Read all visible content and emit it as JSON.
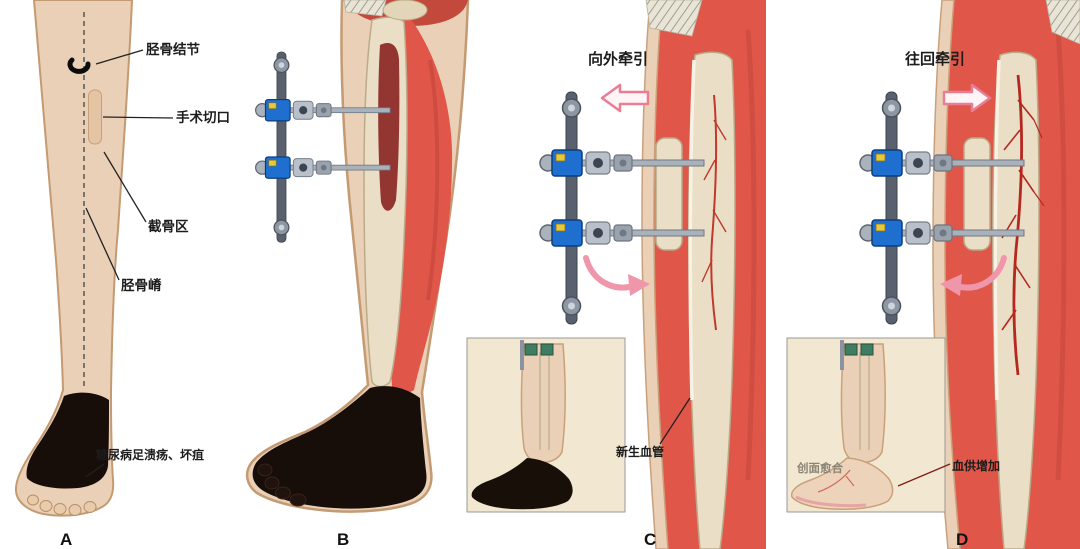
{
  "figure": {
    "type": "medical-diagram",
    "panels": {
      "a": {
        "letter": "A",
        "labels": {
          "tibial_tubercle": "胫骨结节",
          "surgical_incision": "手术切口",
          "osteotomy_area": "截骨区",
          "tibial_crest": "胫骨嵴",
          "foot_caption": "糖尿病足溃疡、坏疽"
        }
      },
      "b": {
        "letter": "B"
      },
      "c": {
        "letter": "C",
        "title": "向外牵引",
        "labels": {
          "new_vessels": "新生血管"
        }
      },
      "d": {
        "letter": "D",
        "title": "往回牵引",
        "labels": {
          "wound_healing": "创面愈合",
          "blood_supply_increase": "血供增加"
        }
      }
    },
    "colors": {
      "background": "#ffffff",
      "skin": "#ead0b6",
      "skin_outline": "#c49a72",
      "muscle_red": "#e0574a",
      "bone": "#eadfc6",
      "bone_outline": "#b9a988",
      "marrow": "#8a2420",
      "gangrene_black": "#170d09",
      "fixator_bar": "#59616e",
      "fixator_clamp_blue": "#1e6fd0",
      "fixator_accent_yellow": "#e8c93e",
      "arrow_pink": "#ef96ab",
      "vessel_red": "#b5281f",
      "inset_bg": "#f2e7d0"
    }
  }
}
